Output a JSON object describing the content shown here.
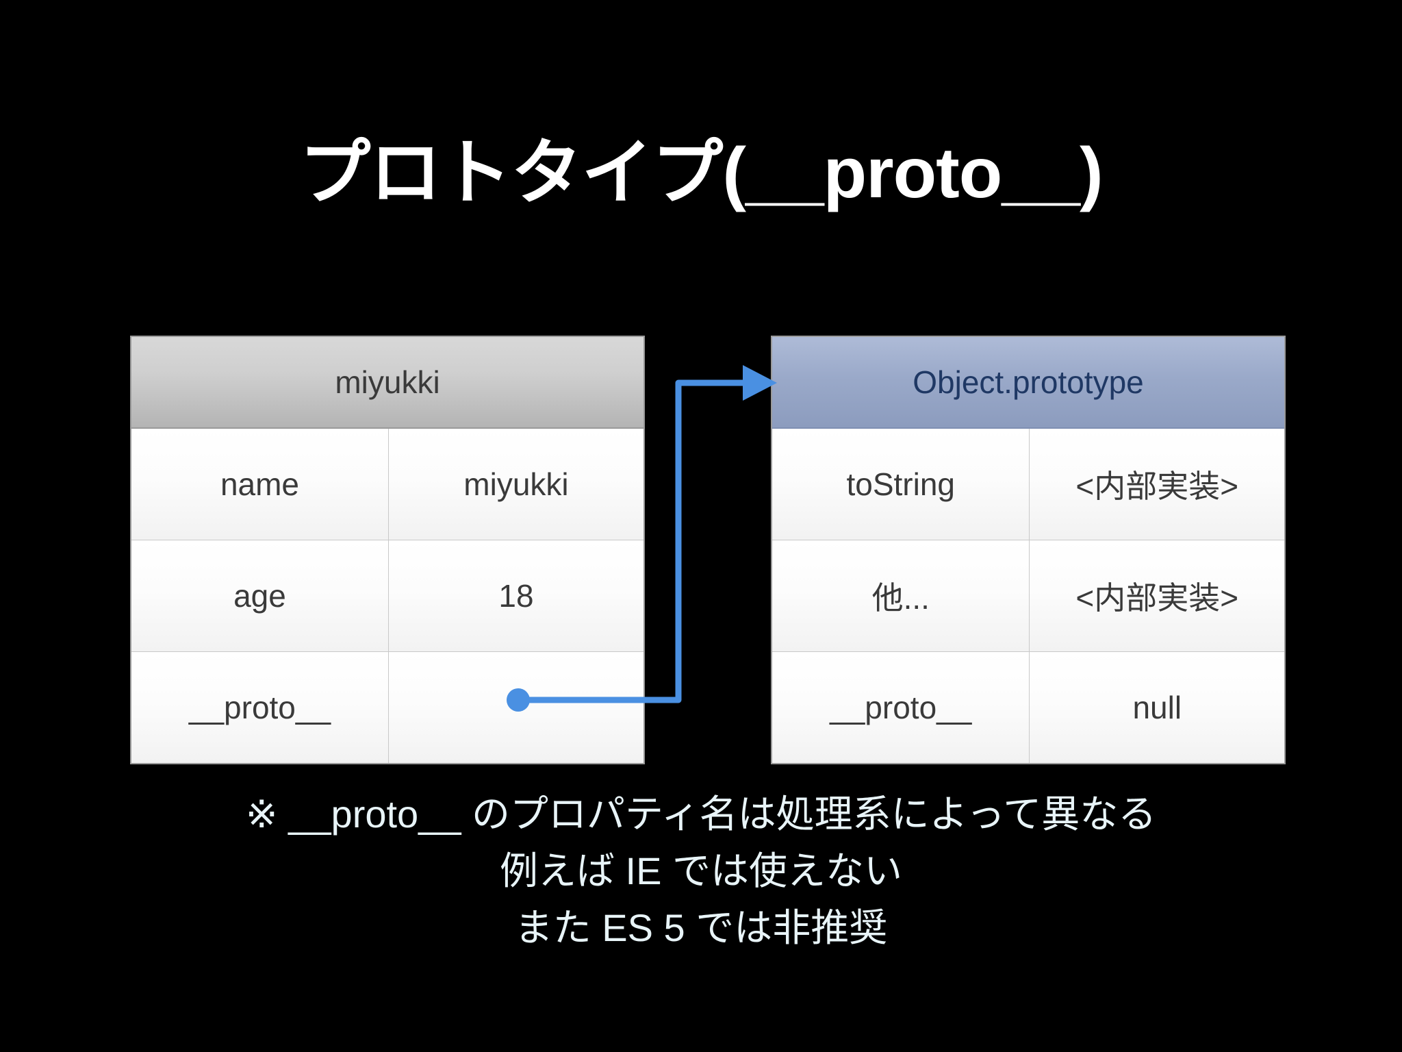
{
  "slide": {
    "title": "プロトタイプ(__proto__)",
    "background_color": "#000000",
    "text_color": "#ffffff"
  },
  "diagram": {
    "type": "object-prototype-chain",
    "accent_color": "#4a90e2",
    "tables": [
      {
        "id": "miyukki",
        "header": "miyukki",
        "header_bg": "#c8c8c8",
        "header_text_color": "#3a3a3a",
        "rows": [
          {
            "key": "name",
            "value": "miyukki"
          },
          {
            "key": "age",
            "value": "18"
          },
          {
            "key": "__proto__",
            "value": ""
          }
        ]
      },
      {
        "id": "object-prototype",
        "header": "Object.prototype",
        "header_bg": "#9aa9c9",
        "header_text_color": "#1f3864",
        "rows": [
          {
            "key": "toString",
            "value": "<内部実装>"
          },
          {
            "key": "他...",
            "value": "<内部実装>"
          },
          {
            "key": "__proto__",
            "value": "null",
            "value_color": "#f4432a"
          }
        ]
      }
    ],
    "connector": {
      "from": "miyukki.__proto__",
      "to": "Object.prototype",
      "style": "elbow-arrow",
      "color": "#4a90e2",
      "start_marker": "dot",
      "end_marker": "arrowhead"
    }
  },
  "notes": {
    "lines": [
      "※ __proto__ のプロパティ名は処理系によって異なる",
      "例えば IE では使えない",
      "また ES 5 では非推奨"
    ]
  }
}
